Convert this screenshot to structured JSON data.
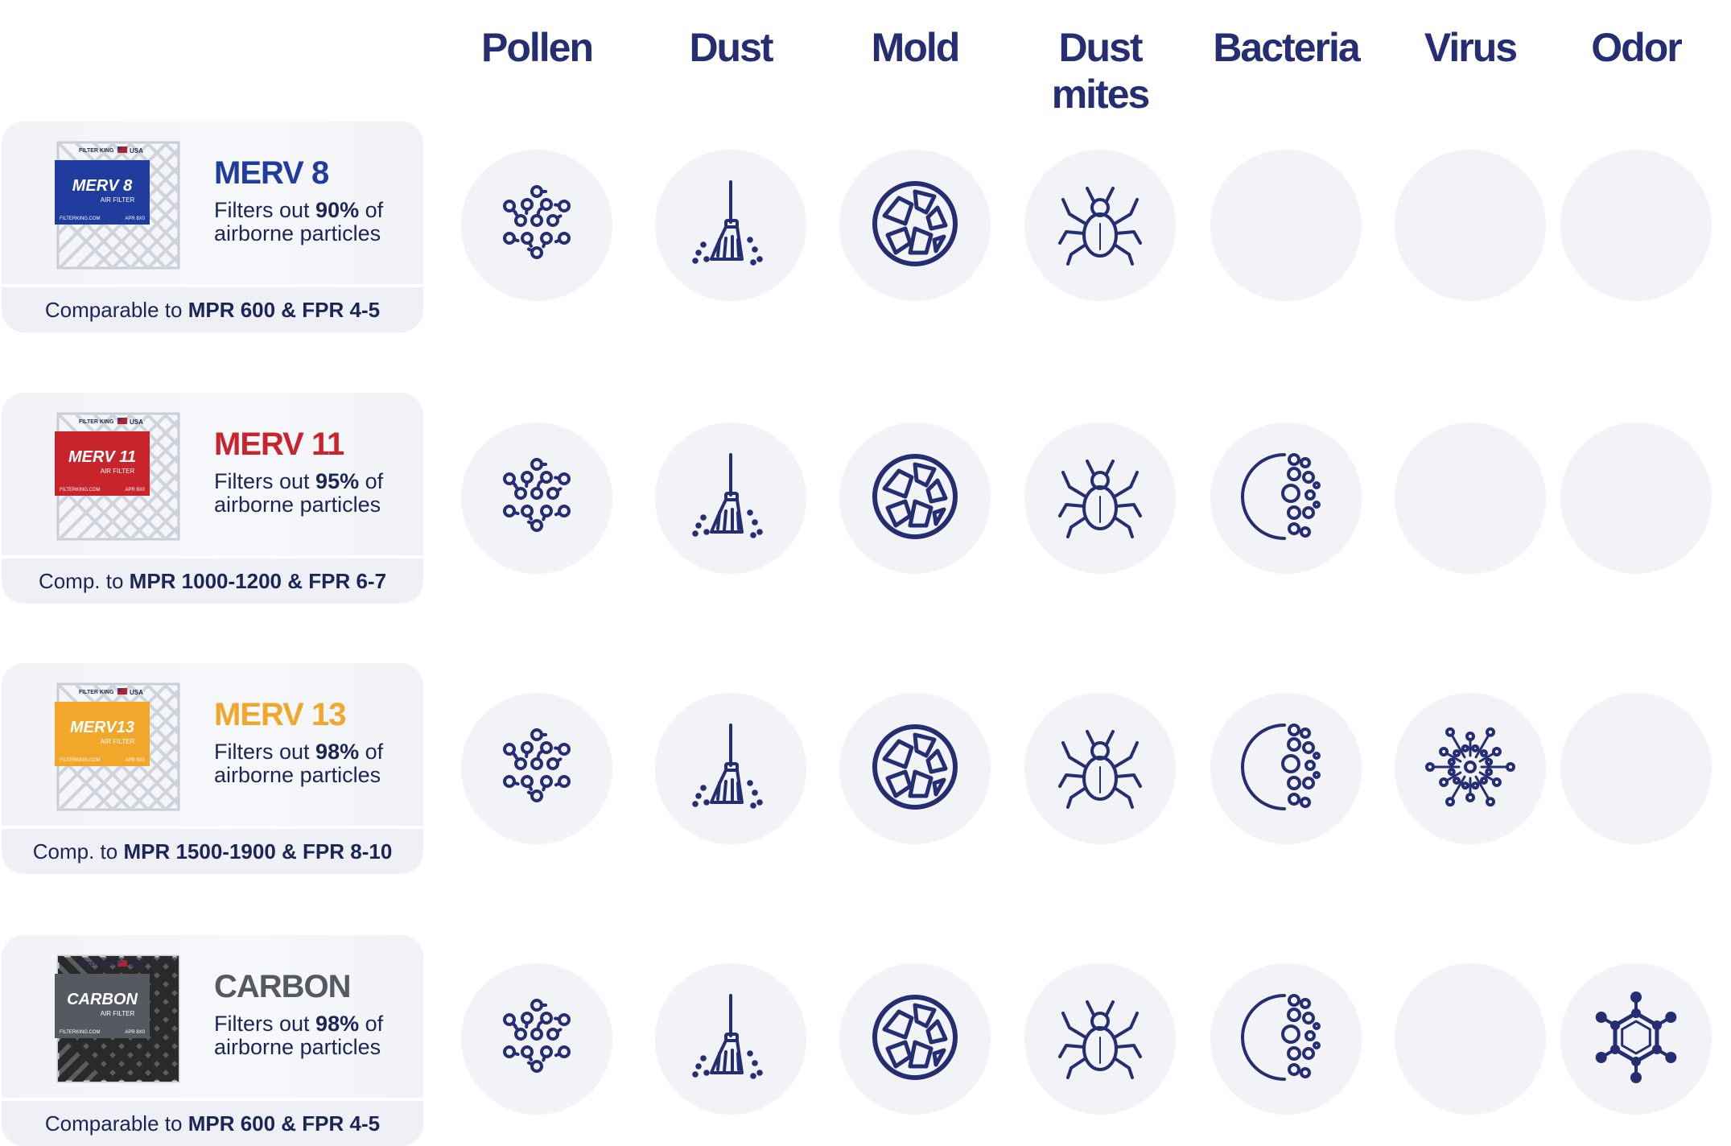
{
  "columns": [
    "Pollen",
    "Dust",
    "Mold",
    "Dust mites",
    "Bacteria",
    "Virus",
    "Odor"
  ],
  "colors": {
    "navy": "#252d73",
    "merv8": "#1f3c9e",
    "merv11": "#c8242c",
    "merv13": "#f2a62a",
    "carbon": "#555a60",
    "circle_bg": "#f2f3f6"
  },
  "rows": [
    {
      "id": "merv8",
      "title": "MERV 8",
      "label_title": "MERV 8",
      "desc_pre": "Filters out ",
      "desc_pct": "90%",
      "desc_post": " of airborne particles",
      "comp_pre": "Comparable to ",
      "comp_bold": "MPR 600 & FPR 4-5",
      "covers": [
        "pollen-icon",
        "broom-icon",
        "mold-icon",
        "mite-icon",
        "",
        "",
        ""
      ]
    },
    {
      "id": "merv11",
      "title": "MERV 11",
      "label_title": "MERV 11",
      "desc_pre": "Filters out ",
      "desc_pct": "95%",
      "desc_post": " of airborne particles",
      "comp_pre": "Comp. to ",
      "comp_bold": "MPR 1000-1200 & FPR 6-7",
      "covers": [
        "pollen-icon",
        "broom-icon",
        "mold-icon",
        "mite-icon",
        "bacteria-icon",
        "",
        ""
      ]
    },
    {
      "id": "merv13",
      "title": "MERV 13",
      "label_title": "MERV13",
      "desc_pre": "Filters out ",
      "desc_pct": "98%",
      "desc_post": " of airborne particles",
      "comp_pre": "Comp. to ",
      "comp_bold": "MPR 1500-1900 & FPR 8-10",
      "covers": [
        "pollen-icon",
        "broom-icon",
        "mold-icon",
        "mite-icon",
        "bacteria-icon",
        "virus-icon",
        ""
      ]
    },
    {
      "id": "carbon",
      "title": "CARBON",
      "label_title": "CARBON",
      "desc_pre": "Filters out ",
      "desc_pct": "98%",
      "desc_post": " of airborne particles",
      "comp_pre": "Comparable to ",
      "comp_bold": "MPR 600 & FPR 4-5",
      "covers": [
        "pollen-icon",
        "broom-icon",
        "mold-icon",
        "mite-icon",
        "bacteria-icon",
        "",
        "molecule-icon"
      ]
    }
  ],
  "filter_label": {
    "brand": "FILTER KING",
    "country": "USA",
    "sub": "AIR FILTER",
    "site": "FILTERKING.COM",
    "code": "APR 8X0"
  }
}
